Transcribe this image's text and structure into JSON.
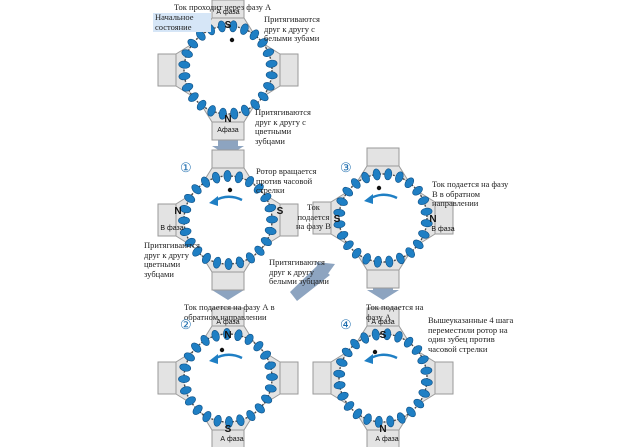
{
  "colors": {
    "stator": "#e3e3e3",
    "stator_edge": "#9a9a9a",
    "rotor_ring": "#4a4a4a",
    "tooth": "#1f7fc4",
    "tooth_edge": "#0d4f85",
    "arrow": "#1f7fc4",
    "transition_arrow": "#8da4c0",
    "dot": "#111111",
    "highlight": "#d6e6f7"
  },
  "top": {
    "title": "Ток проходит через фазу А",
    "initial_state": "Начальное\nсостояние",
    "attract_white": "Притягиваются\nдруг к другу с\nбелыми зубами",
    "attract_color": "Притягиваются\nдруг к другу с\nцветными\nзубцами"
  },
  "step1": {
    "number": "①",
    "rotor_text": "Ротор вращается\nпротив часовой\nстрелки",
    "current_b": "Ток\nподается\nна фазу В",
    "attract_color": "Притягиваются\nдруг к другу\nцветными\nзубцами"
  },
  "step3": {
    "number": "③",
    "current_text": "Ток подается на фазу\nВ в обратном\nнаправлении"
  },
  "mid": {
    "attract_white": "Притягиваются\nдруг к другу\nбелыми зубцами"
  },
  "step2": {
    "number": "②",
    "current_text": "Ток подается на фазу А в\nобратном направлении"
  },
  "step4": {
    "number": "④",
    "current_text": "Ток подается на\nфазу А",
    "summary": "Вышеуказанные 4 шага\nпереместили ротор на\nодин зубец против\nчасовой стрелки"
  },
  "poles": {
    "A_phase": "А фаза",
    "A_phase_alt": "Афаза",
    "B_phase": "В фаза",
    "B_phase_alt": "В фаза",
    "S": "S",
    "N": "N"
  }
}
